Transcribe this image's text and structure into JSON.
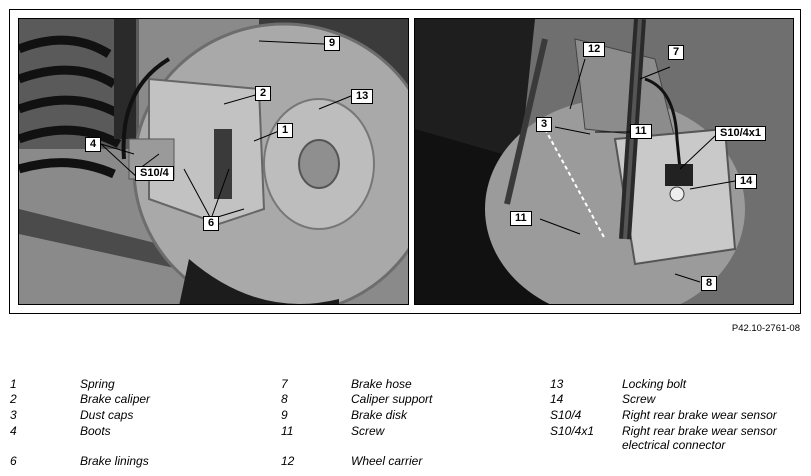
{
  "figure": {
    "reference": "P42.10-2761-08",
    "left_callouts": [
      "9",
      "2",
      "13",
      "1",
      "4",
      "S10/4",
      "6"
    ],
    "right_callouts": [
      "12",
      "7",
      "3",
      "11",
      "S10/4x1",
      "14",
      "11",
      "8"
    ]
  },
  "legend": {
    "col1": [
      {
        "num": "1",
        "label": "Spring"
      },
      {
        "num": "2",
        "label": "Brake caliper"
      },
      {
        "num": "3",
        "label": "Dust caps"
      },
      {
        "num": "4",
        "label": "Boots"
      },
      {
        "num": "6",
        "label": "Brake linings"
      }
    ],
    "col2": [
      {
        "num": "7",
        "label": "Brake hose"
      },
      {
        "num": "8",
        "label": "Caliper support"
      },
      {
        "num": "9",
        "label": "Brake disk"
      },
      {
        "num": "11",
        "label": "Screw"
      },
      {
        "num": "12",
        "label": "Wheel carrier"
      }
    ],
    "col3": [
      {
        "num": "13",
        "label": "Locking bolt"
      },
      {
        "num": "14",
        "label": "Screw"
      },
      {
        "num": "S10/4",
        "label": "Right rear brake wear sensor"
      },
      {
        "num": "S10/4x1",
        "label": "Right rear brake wear sensor electrical connector"
      }
    ]
  }
}
